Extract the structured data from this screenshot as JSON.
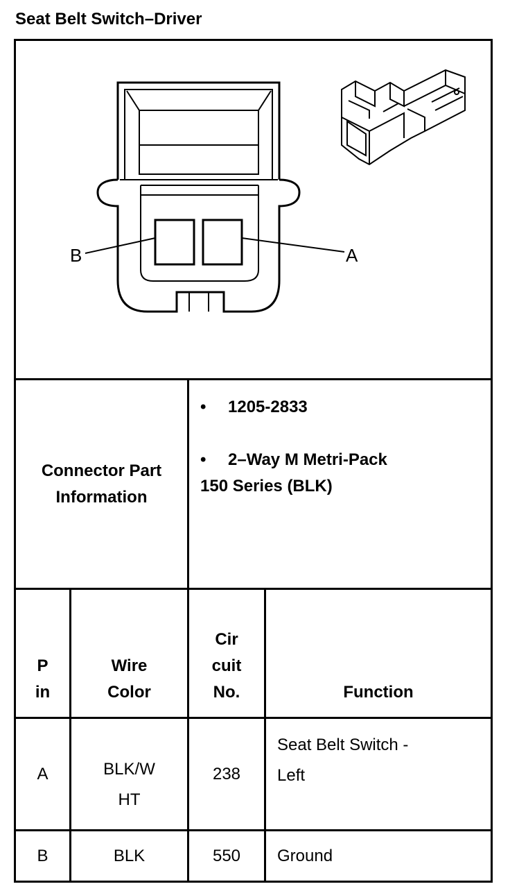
{
  "title": "Seat Belt Switch–Driver",
  "diagram": {
    "label_b": "B",
    "label_a": "A"
  },
  "connector": {
    "label_line1": "Connector Part",
    "label_line2": "Information",
    "bullet1": "1205-2833",
    "bullet2_line1": "2–Way M Metri-Pack",
    "bullet2_line2": "150 Series (BLK)"
  },
  "pin_table": {
    "headers": {
      "pin": [
        "P",
        "in"
      ],
      "wire_color": [
        "Wire",
        "Color"
      ],
      "circuit": [
        "Cir",
        "cuit",
        "No."
      ],
      "function": "Function"
    },
    "rows": [
      {
        "pin": "A",
        "wire_color": [
          "BLK/W",
          "HT"
        ],
        "circuit": "238",
        "function": [
          "Seat Belt Switch -",
          "Left"
        ]
      },
      {
        "pin": "B",
        "wire_color": [
          "BLK"
        ],
        "circuit": "550",
        "function": [
          "Ground"
        ]
      }
    ]
  }
}
